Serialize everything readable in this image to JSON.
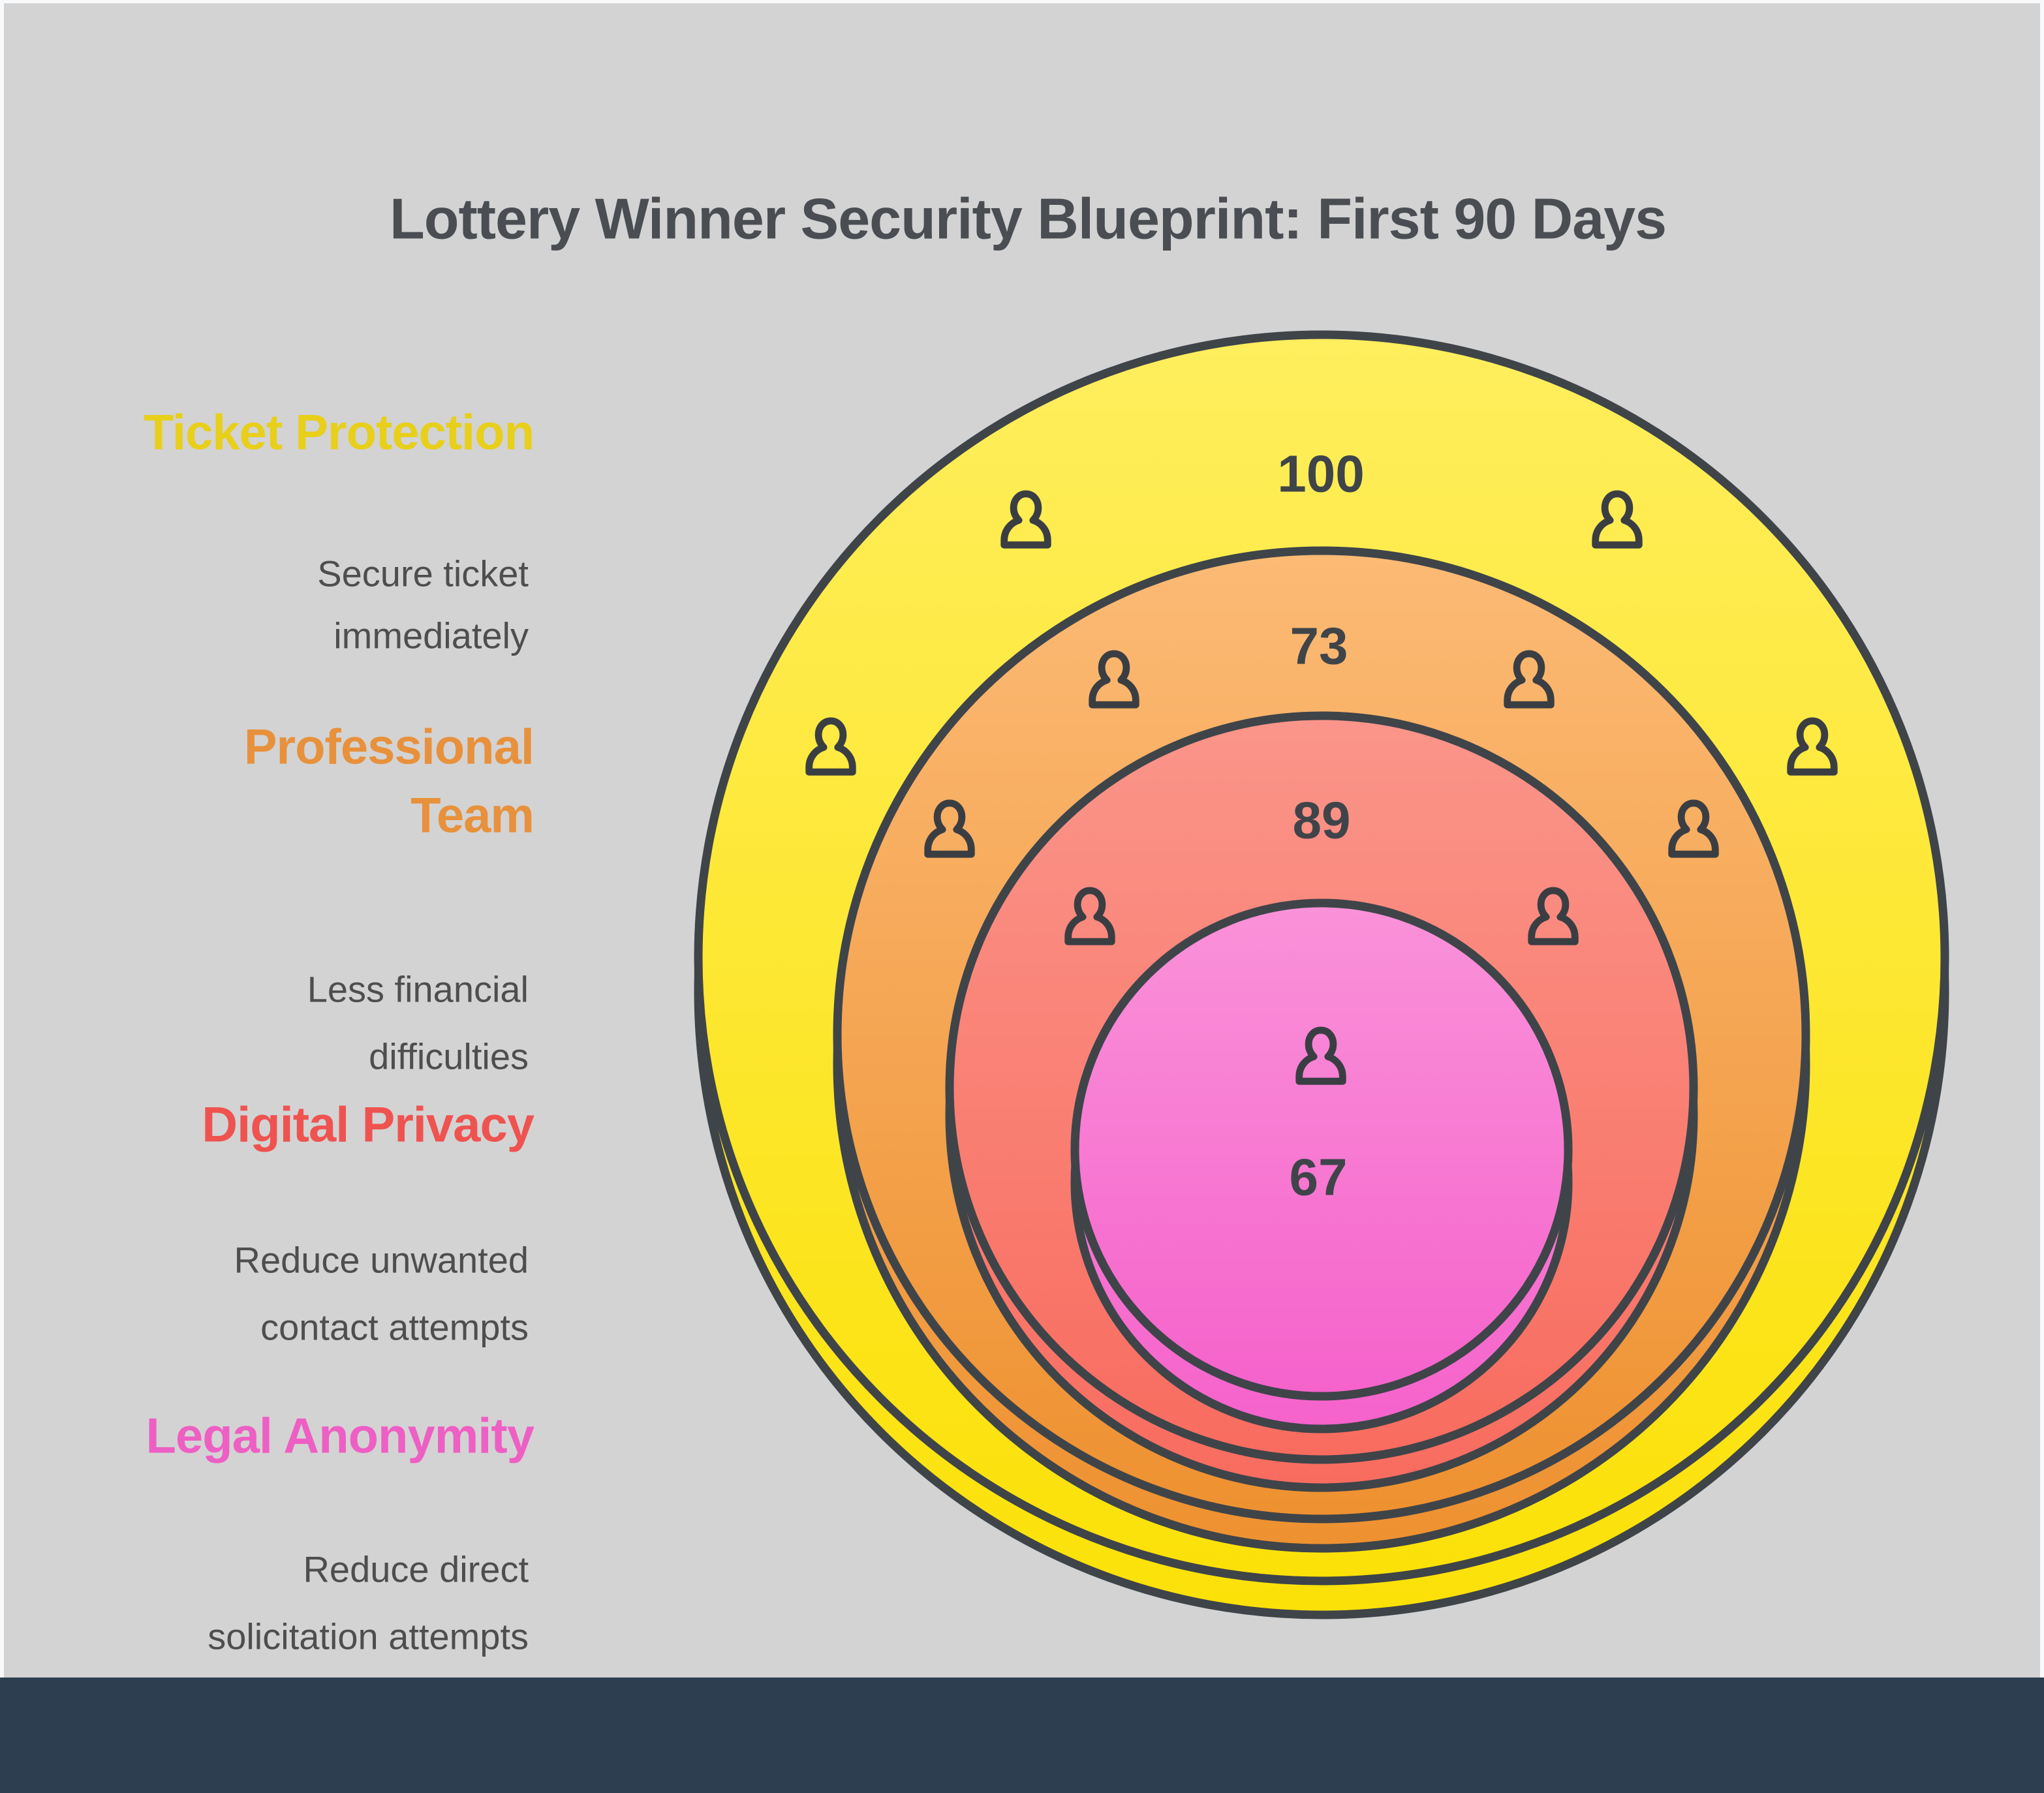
{
  "title": "Lottery Winner Security Blueprint: First 90 Days",
  "colors": {
    "background": "#d3d3d3",
    "frame": "#f8f9fa",
    "footer_bar": "#2d3e50",
    "circle_outline": "#3f4449",
    "title_text": "#4a4e53",
    "description_text": "#4e4e4e",
    "value_text": "#3f4449"
  },
  "icons": {
    "person": "person-silhouette-outline"
  },
  "legend": {
    "items": [
      {
        "heading_lines": [
          "Ticket Protection"
        ],
        "desc_lines": [
          "Secure ticket",
          "immediately"
        ],
        "color": "#e8cf1a"
      },
      {
        "heading_lines": [
          "Professional",
          "Team"
        ],
        "desc_lines": [
          "Less financial",
          "difficulties"
        ],
        "color": "#e8913c"
      },
      {
        "heading_lines": [
          "Digital Privacy"
        ],
        "desc_lines": [
          "Reduce unwanted",
          "contact attempts"
        ],
        "color": "#ef5350"
      },
      {
        "heading_lines": [
          "Legal Anonymity"
        ],
        "desc_lines": [
          "Reduce direct",
          "solicitation attempts"
        ],
        "color": "#ee5fc4"
      }
    ]
  },
  "chart_data": {
    "type": "nested_circles",
    "title": "Lottery Winner Security Blueprint: First 90 Days",
    "legend_position": "left",
    "layout": "concentric circles nested toward bottom, each with offset shadow circle below",
    "rings": [
      {
        "label": "Ticket Protection",
        "description": "Secure ticket immediately",
        "value": "100",
        "color_top": "#ffee5e",
        "color_bottom": "#fbe107",
        "person_icons": 4
      },
      {
        "label": "Professional Team",
        "description": "Less financial difficulties",
        "value": "73",
        "color_top": "#fcba75",
        "color_bottom": "#ee9130",
        "person_icons": 4
      },
      {
        "label": "Digital Privacy",
        "description": "Reduce unwanted contact attempts",
        "value": "89",
        "color_top": "#fb958a",
        "color_bottom": "#f86c5f",
        "person_icons": 2
      },
      {
        "label": "Legal Anonymity",
        "description": "Reduce direct solicitation attempts",
        "value": "67",
        "color_top": "#fa92d9",
        "color_bottom": "#f562cb",
        "person_icons": 1
      }
    ]
  }
}
